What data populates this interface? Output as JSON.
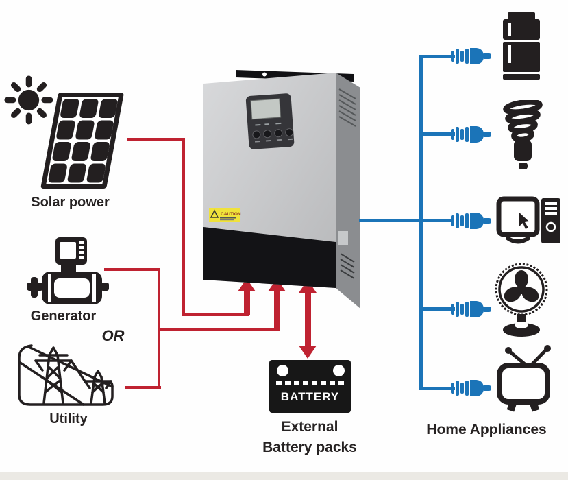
{
  "diagram": {
    "sources": {
      "solar": {
        "label": "Solar power",
        "icons": [
          "sun-icon",
          "solar-panel-icon"
        ]
      },
      "generator": {
        "label": "Generator",
        "icon": "generator-icon"
      },
      "or_separator": "OR",
      "utility": {
        "label": "Utility",
        "icon": "utility-pylons-icon"
      }
    },
    "inverter": {
      "icon": "inverter-unit",
      "caution_label": "CAUTION"
    },
    "battery": {
      "icon": "battery-icon",
      "badge": "BATTERY",
      "caption": [
        "External",
        "Battery packs"
      ]
    },
    "appliances": {
      "caption": "Home Appliances",
      "plug_icon": "power-plug-icon",
      "items": [
        "refrigerator-icon",
        "cfl-bulb-icon",
        "desktop-computer-icon",
        "table-fan-icon",
        "television-icon"
      ]
    },
    "connections": {
      "source_wire_color": "#bf2231",
      "appliance_wire_color": "#1b74b8",
      "icon_color": "#231f20"
    }
  }
}
